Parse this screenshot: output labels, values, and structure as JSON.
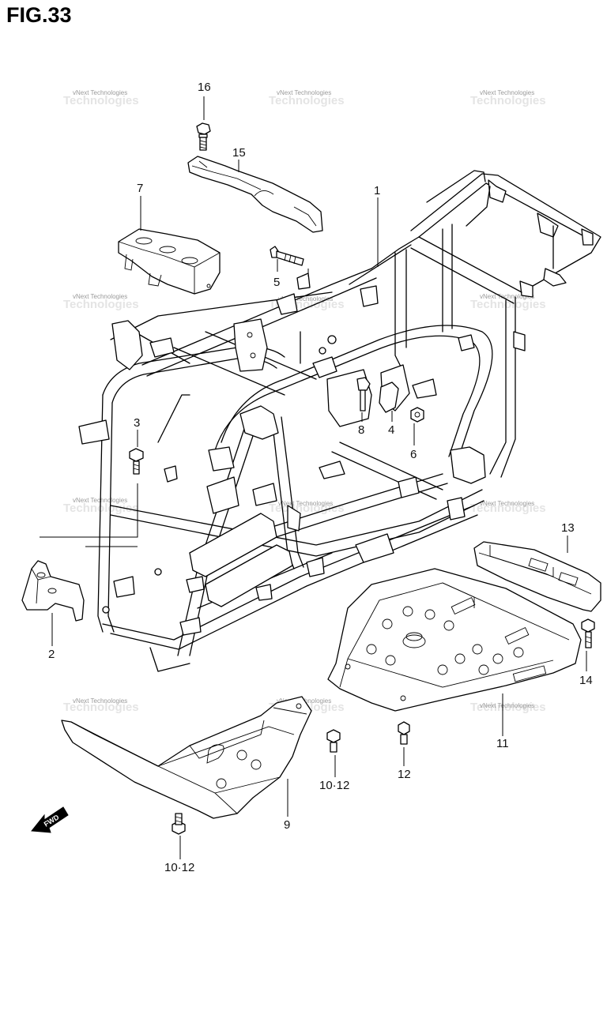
{
  "figure": {
    "title": "FIG.33"
  },
  "callouts": [
    {
      "id": "c16",
      "text": "16"
    },
    {
      "id": "c15",
      "text": "15"
    },
    {
      "id": "c7",
      "text": "7"
    },
    {
      "id": "c1",
      "text": "1"
    },
    {
      "id": "c5",
      "text": "5"
    },
    {
      "id": "c3",
      "text": "3"
    },
    {
      "id": "c8",
      "text": "8"
    },
    {
      "id": "c4",
      "text": "4"
    },
    {
      "id": "c6",
      "text": "6"
    },
    {
      "id": "c2",
      "text": "2"
    },
    {
      "id": "c13",
      "text": "13"
    },
    {
      "id": "c14",
      "text": "14"
    },
    {
      "id": "c11",
      "text": "11"
    },
    {
      "id": "c12",
      "text": "12"
    },
    {
      "id": "c1012a",
      "text": "10·12"
    },
    {
      "id": "c9",
      "text": "9"
    },
    {
      "id": "c1012b",
      "text": "10·12"
    }
  ],
  "watermark": {
    "text": "vNext Technologies"
  },
  "fwd_arrow": {
    "label": "FWD"
  }
}
